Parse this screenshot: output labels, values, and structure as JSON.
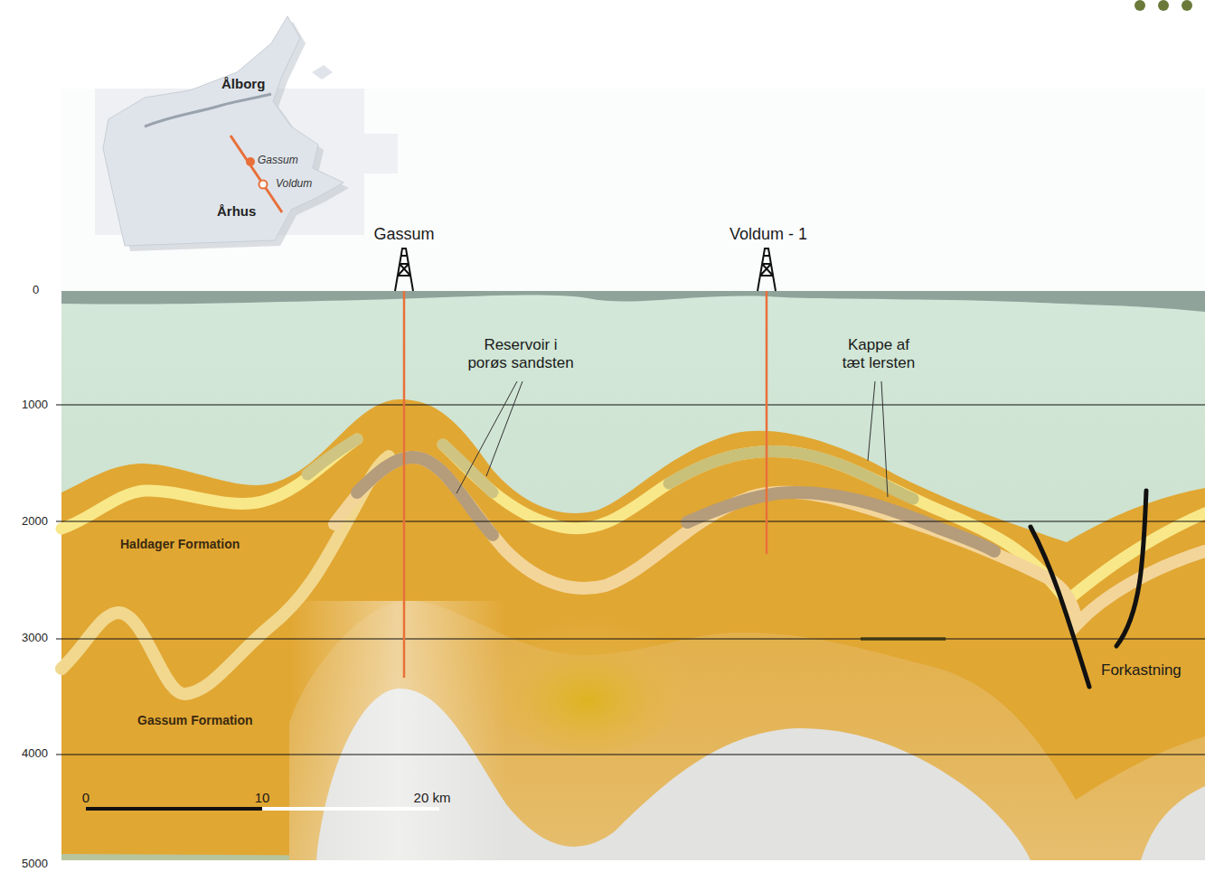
{
  "diagram": {
    "labels": [
      "Ålborg",
      "Gassum",
      "Voldum",
      "Århus",
      "Gassum",
      "Voldum - 1",
      "Reservoir i porøs sandsten",
      "Kappe af tæt lersten",
      "Haldager Formation",
      "Gassum Formation",
      "Forkastning",
      "0",
      "1000",
      "2000",
      "3000",
      "4000",
      "5000",
      "0",
      "10",
      "20 km"
    ]
  }
}
